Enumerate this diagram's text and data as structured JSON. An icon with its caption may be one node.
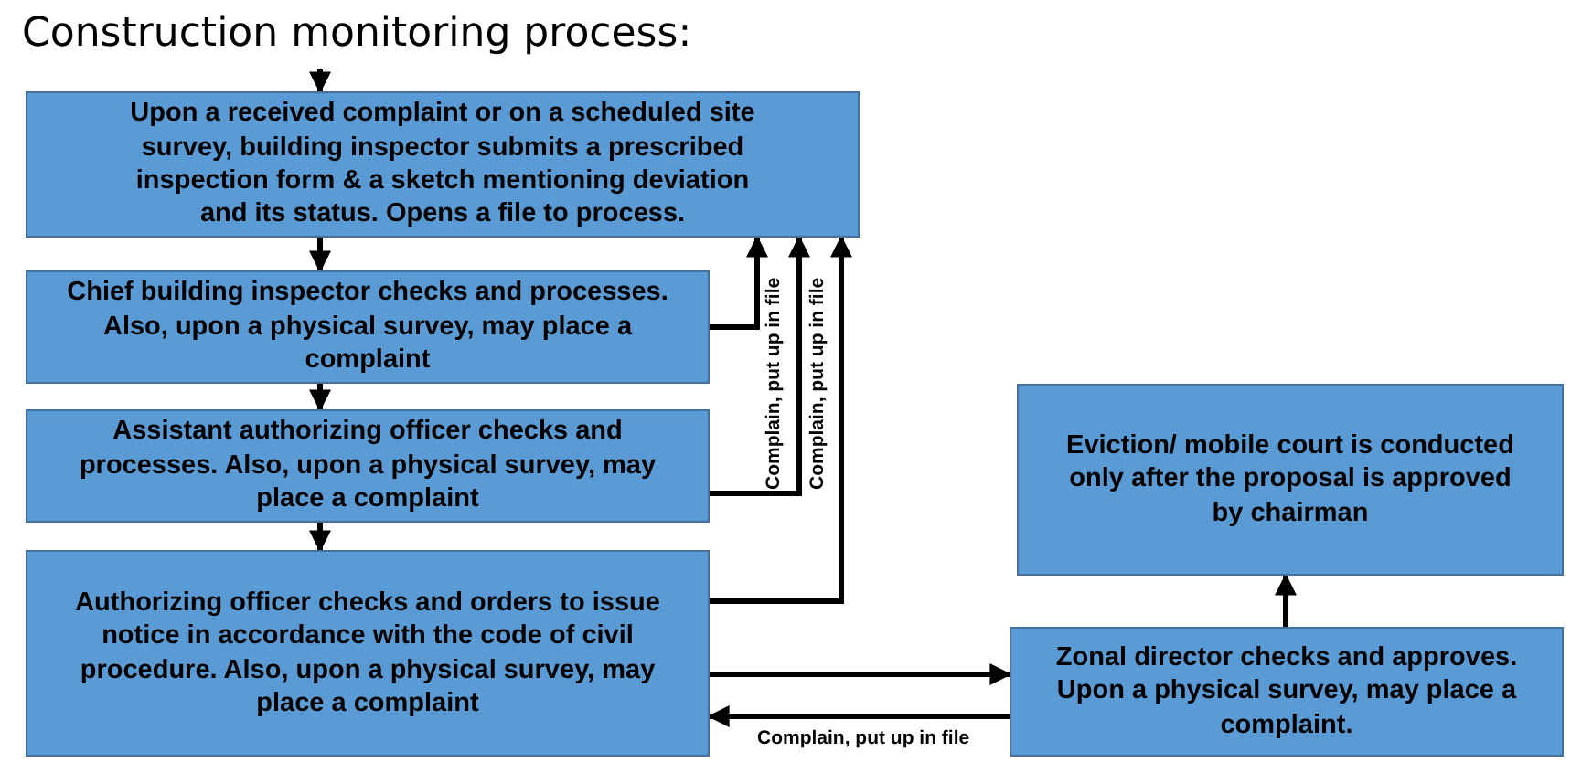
{
  "diagram": {
    "title": "Construction monitoring process:",
    "nodes": [
      {
        "text": [
          "Upon a received complaint or on a scheduled site survey, building inspector submits a prescribed inspection form & a sketch mentioning deviation and its status. Opens a file to process."
        ]
      },
      {
        "text": [
          "Chief building inspector checks and processes. Also, upon a physical survey, may place a complaint"
        ]
      },
      {
        "text": [
          "Assistant authorizing officer checks and processes. Also, upon a physical survey, may place a complaint"
        ]
      },
      {
        "text": [
          "Authorizing officer checks and orders to issue notice in accordance with the code of civil procedure. Also, upon a physical survey, may place a complaint"
        ]
      },
      {
        "text": [
          "Eviction/ mobile court is conducted only after the proposal is approved by chairman"
        ]
      },
      {
        "text": [
          "Zonal director checks and approves. Upon a physical survey, may place a complaint."
        ]
      }
    ],
    "edges": [
      {
        "from": null,
        "to": 0,
        "arrow": "to"
      },
      {
        "from": 0,
        "to": 1,
        "arrow": "to"
      },
      {
        "from": 1,
        "to": 2,
        "arrow": "to"
      },
      {
        "from": 2,
        "to": 3,
        "arrow": "to"
      },
      {
        "from": 1,
        "to": 0,
        "arrow": "to"
      },
      {
        "from": 2,
        "to": 0,
        "arrow": "to",
        "label": "Complain, put up in file"
      },
      {
        "from": 3,
        "to": 0,
        "arrow": "to",
        "label": "Complain, put up in file"
      },
      {
        "from": 3,
        "to": 5,
        "arrow": "to"
      },
      {
        "from": 5,
        "to": 3,
        "arrow": "to",
        "label": "Complain, put up in file"
      },
      {
        "from": 5,
        "to": 4,
        "arrow": "to"
      }
    ]
  }
}
